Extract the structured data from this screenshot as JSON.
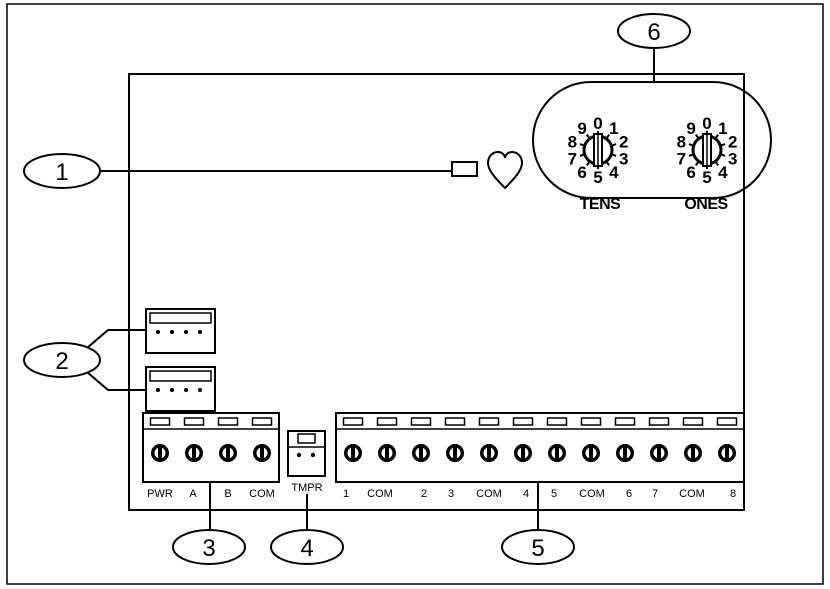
{
  "callouts": [
    "1",
    "2",
    "3",
    "4",
    "5",
    "6"
  ],
  "terminal_block_left": {
    "labels": [
      "PWR",
      "A",
      "B",
      "COM"
    ]
  },
  "tamper_header": {
    "label": "TMPR"
  },
  "terminal_block_right": {
    "labels": [
      "1",
      "COM",
      "2",
      "3",
      "COM",
      "4",
      "5",
      "COM",
      "6",
      "7",
      "COM",
      "8"
    ]
  },
  "dials": {
    "digits": [
      "0",
      "1",
      "2",
      "3",
      "4",
      "5",
      "6",
      "7",
      "8",
      "9"
    ],
    "tens_label": "TENS",
    "ones_label": "ONES"
  },
  "icons": {
    "heartbeat_led": "heart-icon",
    "screw": "screw-terminal-icon"
  }
}
